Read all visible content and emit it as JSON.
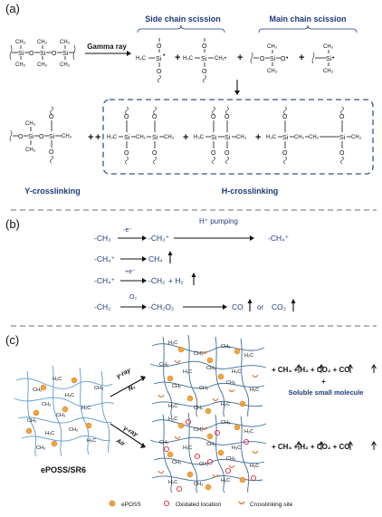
{
  "panel_labels": {
    "a": "(a)",
    "b": "(b)",
    "c": "(c)"
  },
  "panel_a": {
    "side_chain_label": "Side chain scission",
    "main_chain_label": "Main chain scission",
    "gamma_ray_label": "Gamma ray",
    "y_crosslinking_label": "Y-crosslinking",
    "h_crosslinking_label": "H-crosslinking",
    "atoms": {
      "ch3": "CH₃",
      "si": "Si",
      "o": "O",
      "h3c": "H₃C",
      "ch2dot": "CH₂•",
      "ch2": "CH₂",
      "plus": "+",
      "radical": "•"
    }
  },
  "panel_b": {
    "h_pumping": "H⁺ pumping",
    "e_minus": "-e⁻",
    "e_plus": "+e⁻",
    "o2": "O₂",
    "row1": {
      "a": "-CH₃",
      "b": "-ĊH₃⁺",
      "c": "-CH₄⁺"
    },
    "row2": {
      "a": "-CH₄⁺",
      "b": "CH₄"
    },
    "row3": {
      "a": "-CH₄⁺",
      "b": "-ĊH₂",
      "c": "+ H₂"
    },
    "row4": {
      "a": "-ĊH₂",
      "b": "-ĊH₂O₂",
      "c": "CO",
      "d": "or",
      "e": "CO₂"
    }
  },
  "panel_c": {
    "material_label": "ePOSS/SR6",
    "gamma_n2": "γ-ray",
    "n2": "N₂",
    "gamma_air": "γ-ray",
    "air": "Air",
    "products_n2": "+ CH₄ + H₂ + CO₂ + CO",
    "products_plus": "+",
    "soluble": "Soluble small molecule",
    "products_air": "+ CH₄ + H₂ + CO₂ + CO",
    "legend": {
      "eposs": "ePOSS",
      "oxidated": "Oxidated location",
      "crosslink": "Crosslinking site"
    },
    "labels": {
      "ch3": "CH₃",
      "h3c": "H₃C",
      "ch2": "CH₂"
    }
  },
  "colors": {
    "navy": "#1f3a7a",
    "box": "#2f5597",
    "chain": "#5b9bd5",
    "eposs": "#f4a43a",
    "oxidized": "#e0283a",
    "crosslink": "#d9742b"
  }
}
